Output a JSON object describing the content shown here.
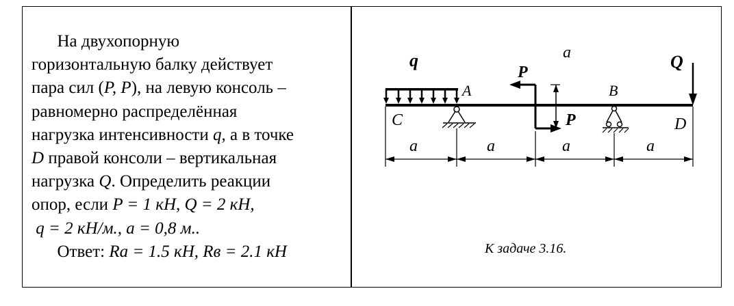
{
  "problem": {
    "l1": "На двухопорную",
    "l2": "горизонтальную балку действует",
    "l3a": "пара сил (",
    "l3b": "P, P",
    "l3c": "), на левую консоль –",
    "l4": "равномерно распределённая",
    "l5a": "нагрузка интенсивности ",
    "l5b": "q,",
    "l5c": " а в точке",
    "l6a": "D",
    "l6b": " правой консоли – вертикальная",
    "l7a": "нагрузка ",
    "l7b": "Q",
    "l7c": ". Определить реакции",
    "l8a": "опор, если ",
    "l8b": "P = 1 кН,   Q = 2 кН,",
    "l9": "q = 2 кН/м., a = 0,8 м..",
    "l10a": "Ответ: ",
    "l10b": "Ra = 1.5 кН,  Rв = 2.1 кН"
  },
  "diagram": {
    "label_q": "q",
    "label_A": "A",
    "label_C": "C",
    "label_P_top": "P",
    "label_P_bottom": "P",
    "label_a_top": "a",
    "label_B": "B",
    "label_Q": "Q",
    "label_D": "D",
    "dim_labels": [
      "a",
      "a",
      "a",
      "a"
    ],
    "caption": "К задаче 3.16."
  }
}
